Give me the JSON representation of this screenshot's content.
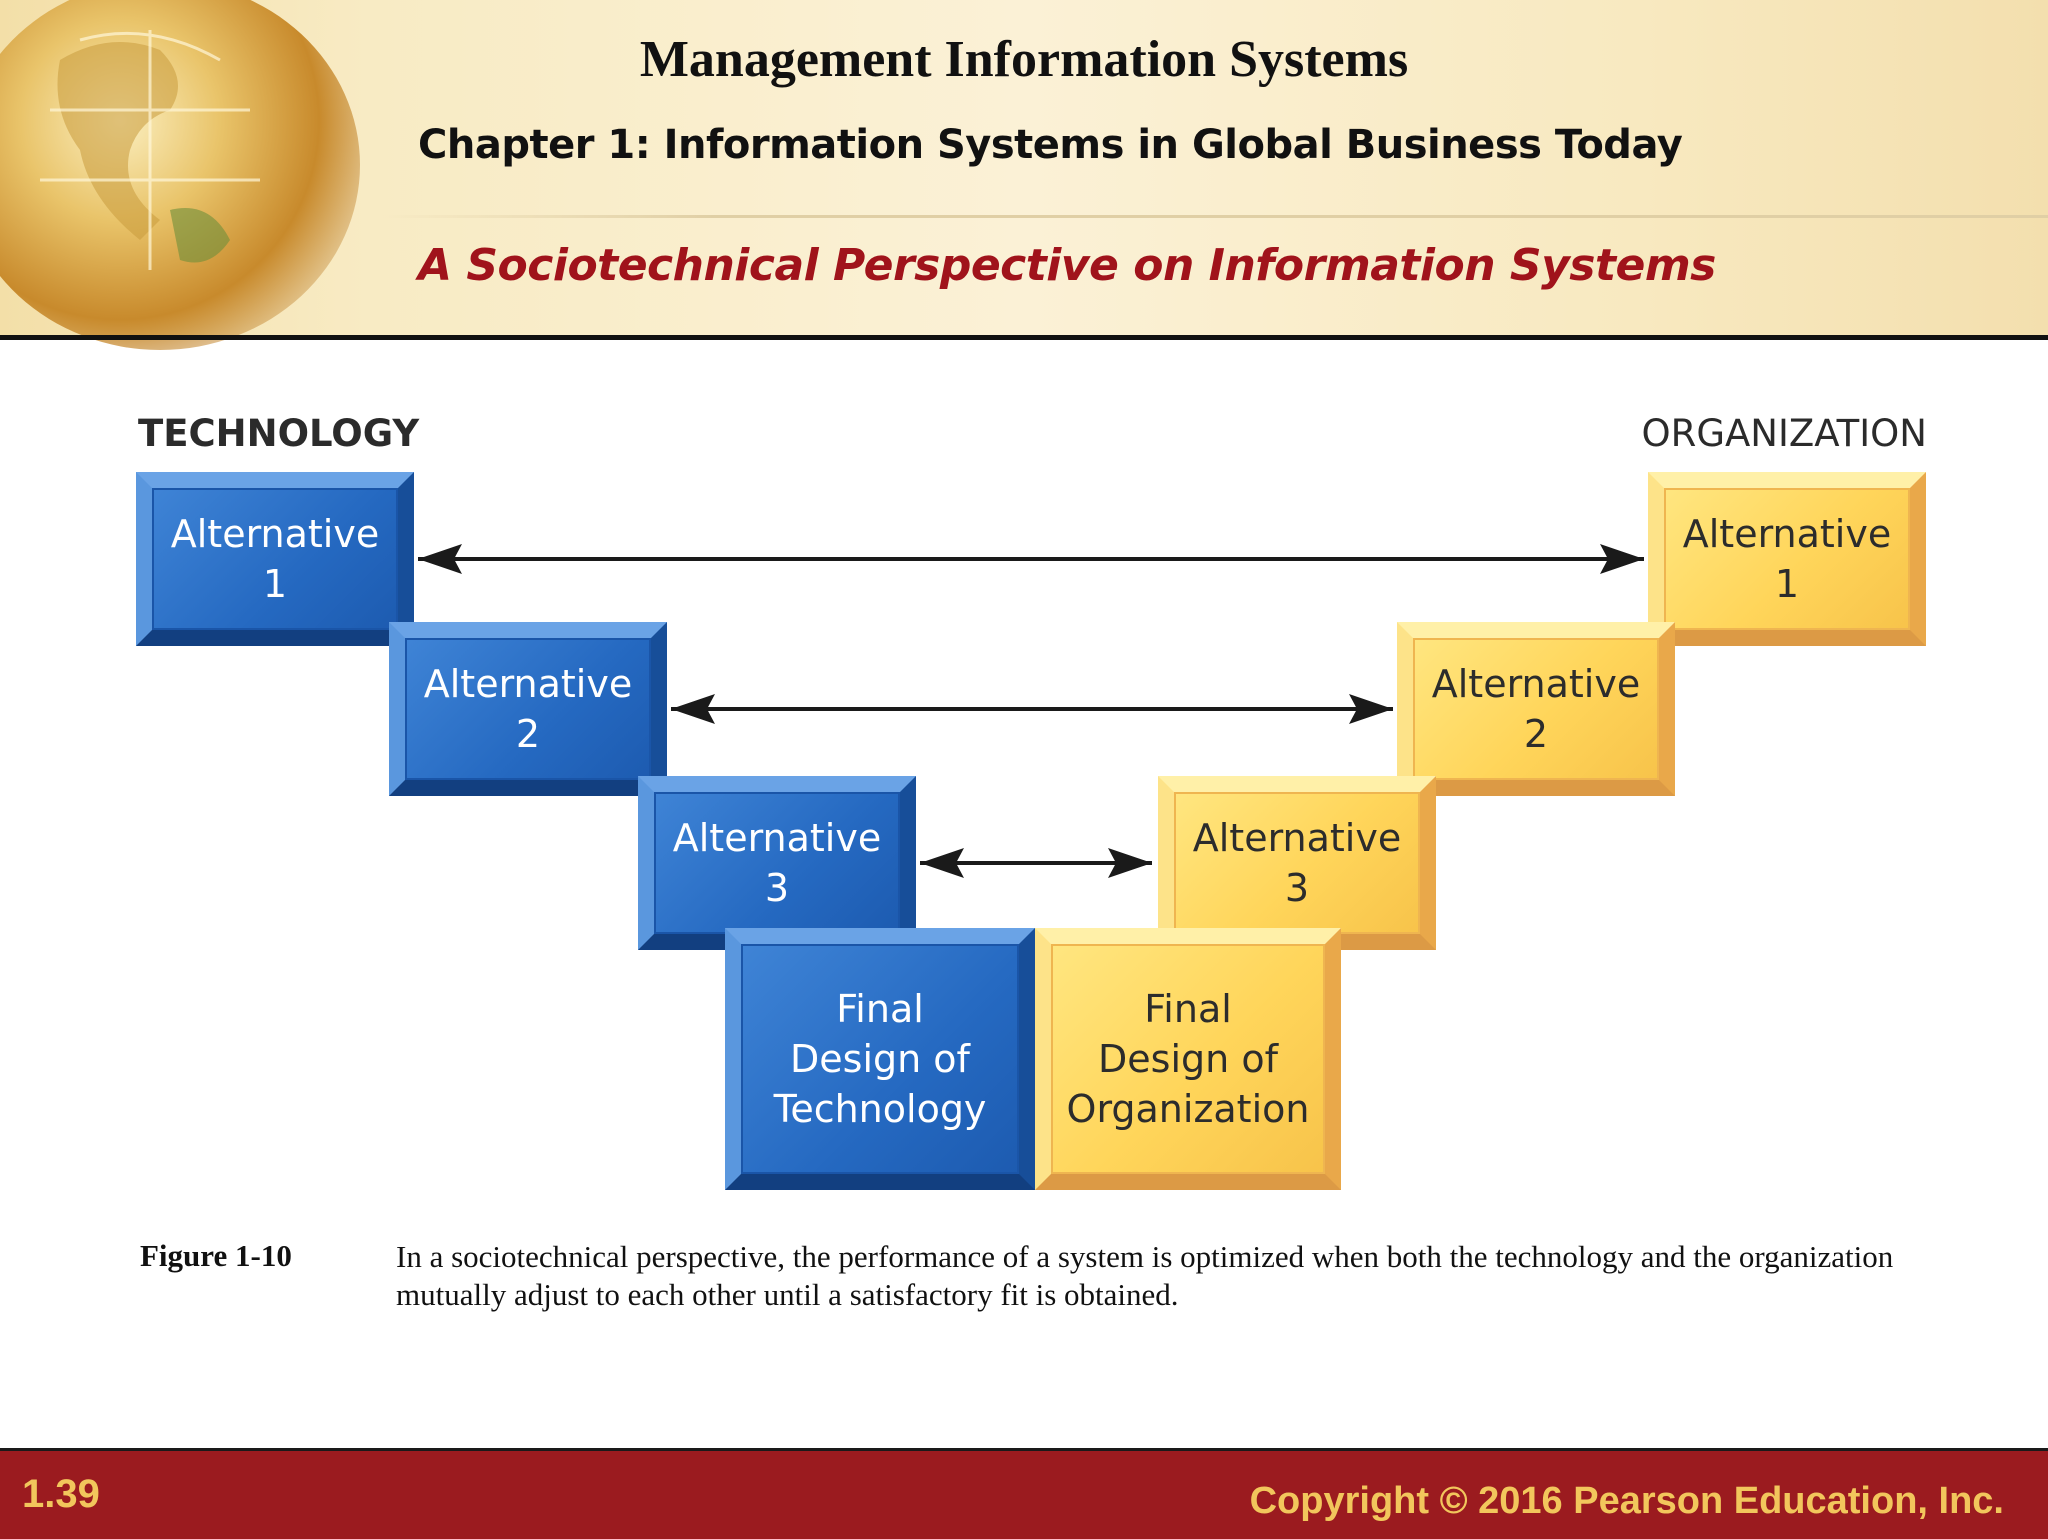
{
  "header": {
    "title": "Management Information Systems",
    "chapter": "Chapter 1: Information Systems in Global Business Today",
    "section": "A Sociotechnical Perspective on Information Systems"
  },
  "diagram": {
    "technology_label": "TECHNOLOGY",
    "organization_label": "ORGANIZATION",
    "technology_boxes": [
      "Alternative\n1",
      "Alternative\n2",
      "Alternative\n3",
      "Final\nDesign of\nTechnology"
    ],
    "organization_boxes": [
      "Alternative\n1",
      "Alternative\n2",
      "Alternative\n3",
      "Final\nDesign of\nOrganization"
    ],
    "colors": {
      "technology": "#2569c1",
      "organization": "#ffd55a"
    }
  },
  "caption": {
    "figure_number": "Figure 1-10",
    "text": "In a sociotechnical perspective, the performance of a system is optimized when both the technology and the organization mutually adjust to each other until a satisfactory fit is obtained."
  },
  "footer": {
    "slide_number": "1.39",
    "copyright": "Copyright © 2016 Pearson Education, Inc."
  }
}
